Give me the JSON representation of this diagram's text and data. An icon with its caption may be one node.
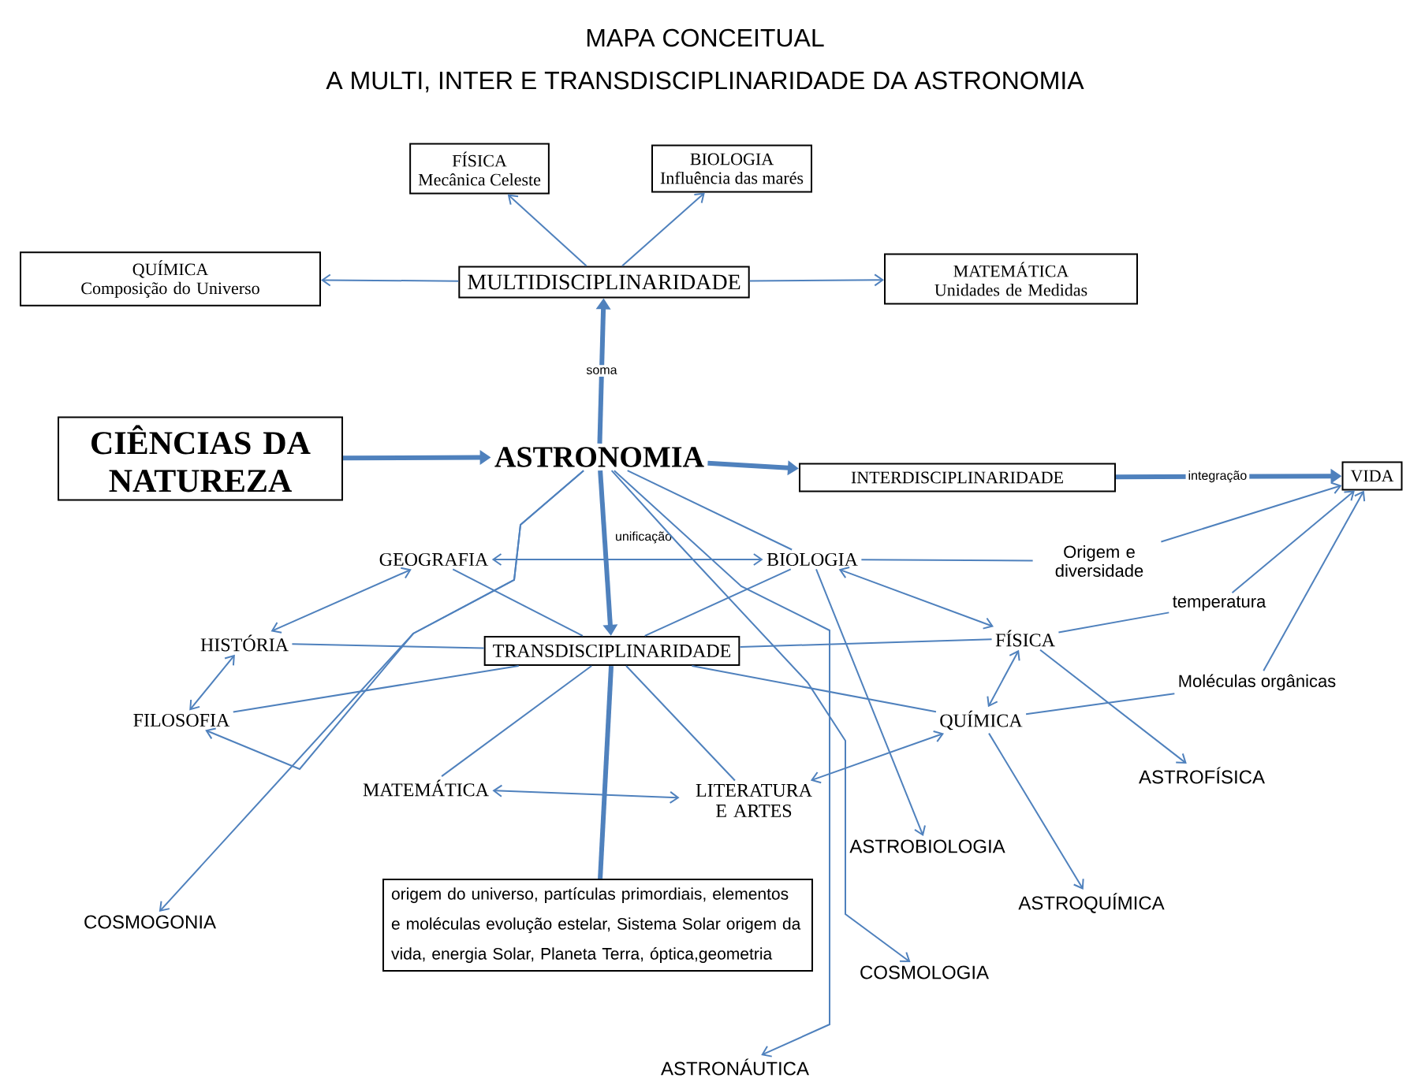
{
  "diagram": {
    "title": "MAPA CONCEITUAL",
    "nodes": [
      {
        "text": [
          "FÍSICA",
          "Mecânica Celeste"
        ]
      },
      {
        "text": [
          "BIOLOGIA",
          "Influência das marés"
        ]
      },
      {
        "text": [
          "QUÍMICA",
          "Composição do Universo"
        ]
      },
      {
        "text": [
          "MULTIDISCIPLINARIDADE"
        ]
      },
      {
        "text": [
          "MATEMÁTICA",
          "Unidades de Medidas"
        ]
      },
      {
        "text": [
          "CIÊNCIAS DA NATUREZA"
        ]
      },
      {
        "text": [
          "ASTRONOMIA"
        ]
      },
      {
        "text": [
          "INTERDISCIPLINARIDADE"
        ]
      },
      {
        "text": [
          "VIDA"
        ]
      },
      {
        "text": [
          "GEOGRAFIA"
        ]
      },
      {
        "text": [
          "BIOLOGIA"
        ]
      },
      {
        "text": [
          "Origem e diversidade"
        ]
      },
      {
        "text": [
          "HISTÓRIA"
        ]
      },
      {
        "text": [
          "TRANSDISCIPLINARIDADE"
        ]
      },
      {
        "text": [
          "FÍSICA"
        ]
      },
      {
        "text": [
          "temperatura"
        ]
      },
      {
        "text": [
          "FILOSOFIA"
        ]
      },
      {
        "text": [
          "QUÍMICA"
        ]
      },
      {
        "text": [
          "Moléculas orgânicas"
        ]
      },
      {
        "text": [
          "MATEMÁTICA"
        ]
      },
      {
        "text": [
          "LITERATURA E ARTES"
        ]
      },
      {
        "text": [
          "ASTROFÍSICA"
        ]
      },
      {
        "text": [
          "ASTROBIOLOGIA"
        ]
      },
      {
        "text": [
          "origem do universo, partículas primordiais, elementos e moléculas evolução estelar, Sistema Solar origem da vida, energia Solar, Planeta Terra, óptica,geometria"
        ]
      },
      {
        "text": [
          "COSMOGONIA"
        ]
      },
      {
        "text": [
          "ASTROQUÍMICA"
        ]
      },
      {
        "text": [
          "COSMOLOGIA"
        ]
      },
      {
        "text": [
          "ASTRONÁUTICA"
        ]
      }
    ],
    "edges": [
      {
        "from": 3,
        "to": 0,
        "arrow": "to"
      },
      {
        "from": 3,
        "to": 1,
        "arrow": "to"
      },
      {
        "from": 3,
        "to": 2,
        "arrow": "to"
      },
      {
        "from": 3,
        "to": 4,
        "arrow": "to"
      },
      {
        "from": 6,
        "to": 3,
        "arrow": "to",
        "label": "soma",
        "style": "thick"
      },
      {
        "from": 5,
        "to": 6,
        "arrow": "to",
        "style": "thick"
      },
      {
        "from": 6,
        "to": 7,
        "arrow": "to",
        "style": "thick"
      },
      {
        "from": 7,
        "to": 8,
        "arrow": "to",
        "label": "integração",
        "style": "thick"
      },
      {
        "from": 6,
        "to": 13,
        "arrow": "to",
        "label": "unificação",
        "style": "thick"
      },
      {
        "from": 13,
        "to": 23,
        "arrow": "none",
        "style": "thick"
      },
      {
        "from": 9,
        "to": 10,
        "arrow": "both"
      },
      {
        "from": 9,
        "to": 12,
        "arrow": "both"
      },
      {
        "from": 12,
        "to": 16,
        "arrow": "both"
      },
      {
        "from": 13,
        "to": 9,
        "arrow": "none"
      },
      {
        "from": 13,
        "to": 12,
        "arrow": "none"
      },
      {
        "from": 13,
        "to": 16,
        "arrow": "none"
      },
      {
        "from": 13,
        "to": 19,
        "arrow": "none"
      },
      {
        "from": 13,
        "to": 10,
        "arrow": "none"
      },
      {
        "from": 13,
        "to": 14,
        "arrow": "none"
      },
      {
        "from": 13,
        "to": 17,
        "arrow": "none"
      },
      {
        "from": 13,
        "to": 20,
        "arrow": "none"
      },
      {
        "from": 19,
        "to": 20,
        "arrow": "both"
      },
      {
        "from": 6,
        "to": 24,
        "arrow": "to"
      },
      {
        "from": 6,
        "to": 16,
        "arrow": "to"
      },
      {
        "from": 6,
        "to": 10,
        "arrow": "none"
      },
      {
        "from": 6,
        "to": 26,
        "arrow": "to"
      },
      {
        "from": 6,
        "to": 27,
        "arrow": "to"
      },
      {
        "from": 10,
        "to": 22,
        "arrow": "to"
      },
      {
        "from": 10,
        "to": 14,
        "arrow": "both"
      },
      {
        "from": 10,
        "to": 11,
        "arrow": "none"
      },
      {
        "from": 11,
        "to": 8,
        "arrow": "to"
      },
      {
        "from": 14,
        "to": 15,
        "arrow": "none"
      },
      {
        "from": 15,
        "to": 8,
        "arrow": "to"
      },
      {
        "from": 17,
        "to": 18,
        "arrow": "none"
      },
      {
        "from": 18,
        "to": 8,
        "arrow": "to"
      },
      {
        "from": 14,
        "to": 17,
        "arrow": "both"
      },
      {
        "from": 14,
        "to": 21,
        "arrow": "to"
      },
      {
        "from": 17,
        "to": 25,
        "arrow": "to"
      },
      {
        "from": 17,
        "to": 20,
        "arrow": "both"
      }
    ],
    "labels": [
      "A MULTI, INTER E TRANSDISCIPLINARIDADE DA ASTRONOMIA"
    ]
  }
}
